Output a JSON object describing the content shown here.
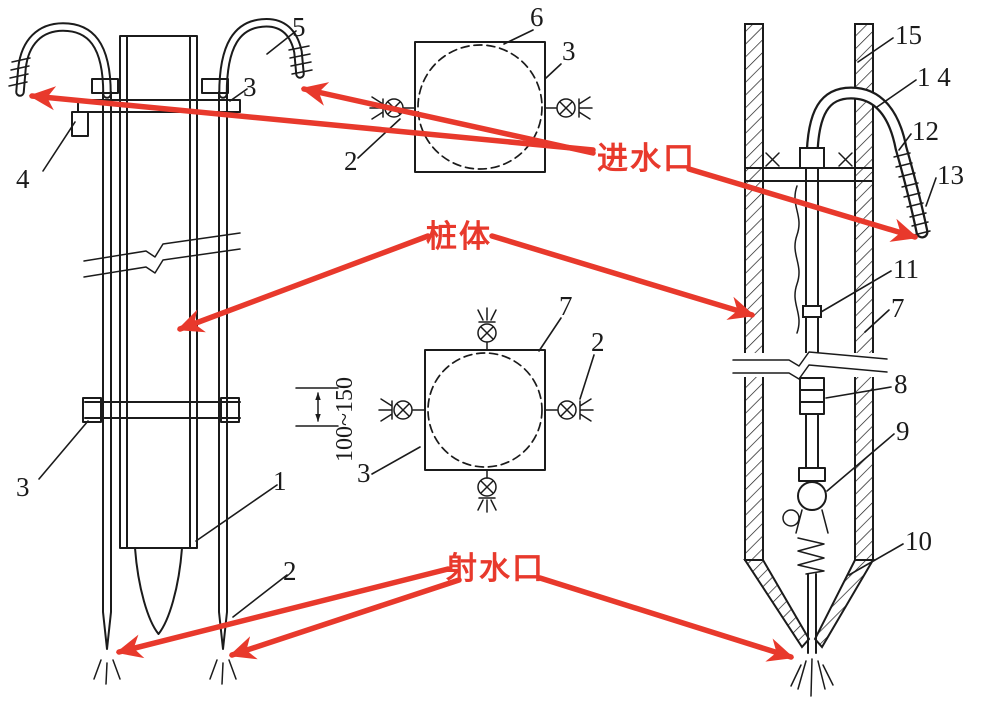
{
  "annotations": {
    "water_inlet": "进水口",
    "pile_body": "桩体",
    "jet_outlet": "射水口"
  },
  "dimension": "100~150",
  "callouts": {
    "left": {
      "c5": "5",
      "c4": "4",
      "c3_clamp": "3",
      "c3_collar": "3",
      "c1": "1",
      "c2_jet": "2"
    },
    "center_upper": {
      "c6": "6",
      "c3": "3",
      "c2": "2"
    },
    "center_lower": {
      "c7": "7",
      "c2": "2",
      "c3": "3"
    },
    "right": {
      "c15": "15",
      "c14": "1 4",
      "c12": "12",
      "c13": "13",
      "c11": "11",
      "c7": "7",
      "c8": "8",
      "c9": "9",
      "c10": "10"
    }
  },
  "colors": {
    "ink": "#1b1b1b",
    "accent": "#e8392c",
    "paper": "#ffffff"
  }
}
